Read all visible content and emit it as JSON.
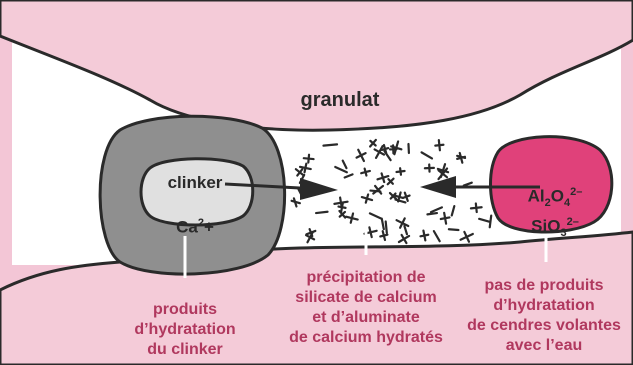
{
  "labels": {
    "granulat": "granulat",
    "clinker": "clinker",
    "ca_ion": "Ca",
    "ca_exp": "2",
    "ca_charge": "+",
    "al_prefix": "Al",
    "al_sub1": "2",
    "al_o": "O",
    "al_sub2": "4",
    "al_charge": "2–",
    "si_prefix": "SiO",
    "si_sub": "3",
    "si_charge": "2–",
    "produits_clinker": "produits\nd’hydratation\ndu clinker",
    "precipitation": "précipitation de\nsilicate de calcium\net d’aluminate\nde calcium hydratés",
    "pas_de_produits": "pas de produits\nd’hydratation\nde cendres volantes\navec l’eau"
  },
  "colors": {
    "background": "#f3c6d6",
    "aggregate_fill": "#f4cbd8",
    "aggregate_stroke": "#2a2a2a",
    "clinker_outer": "#8f8f8f",
    "clinker_inner": "#e0e0e0",
    "fly_ash": "#e0417a",
    "label_pink": "#b0385e",
    "dark_text": "#2a2a2a"
  },
  "icons": {
    "arrow_left": "arrow-right-icon",
    "arrow_right": "arrow-left-icon",
    "crystals": "x-marks"
  }
}
